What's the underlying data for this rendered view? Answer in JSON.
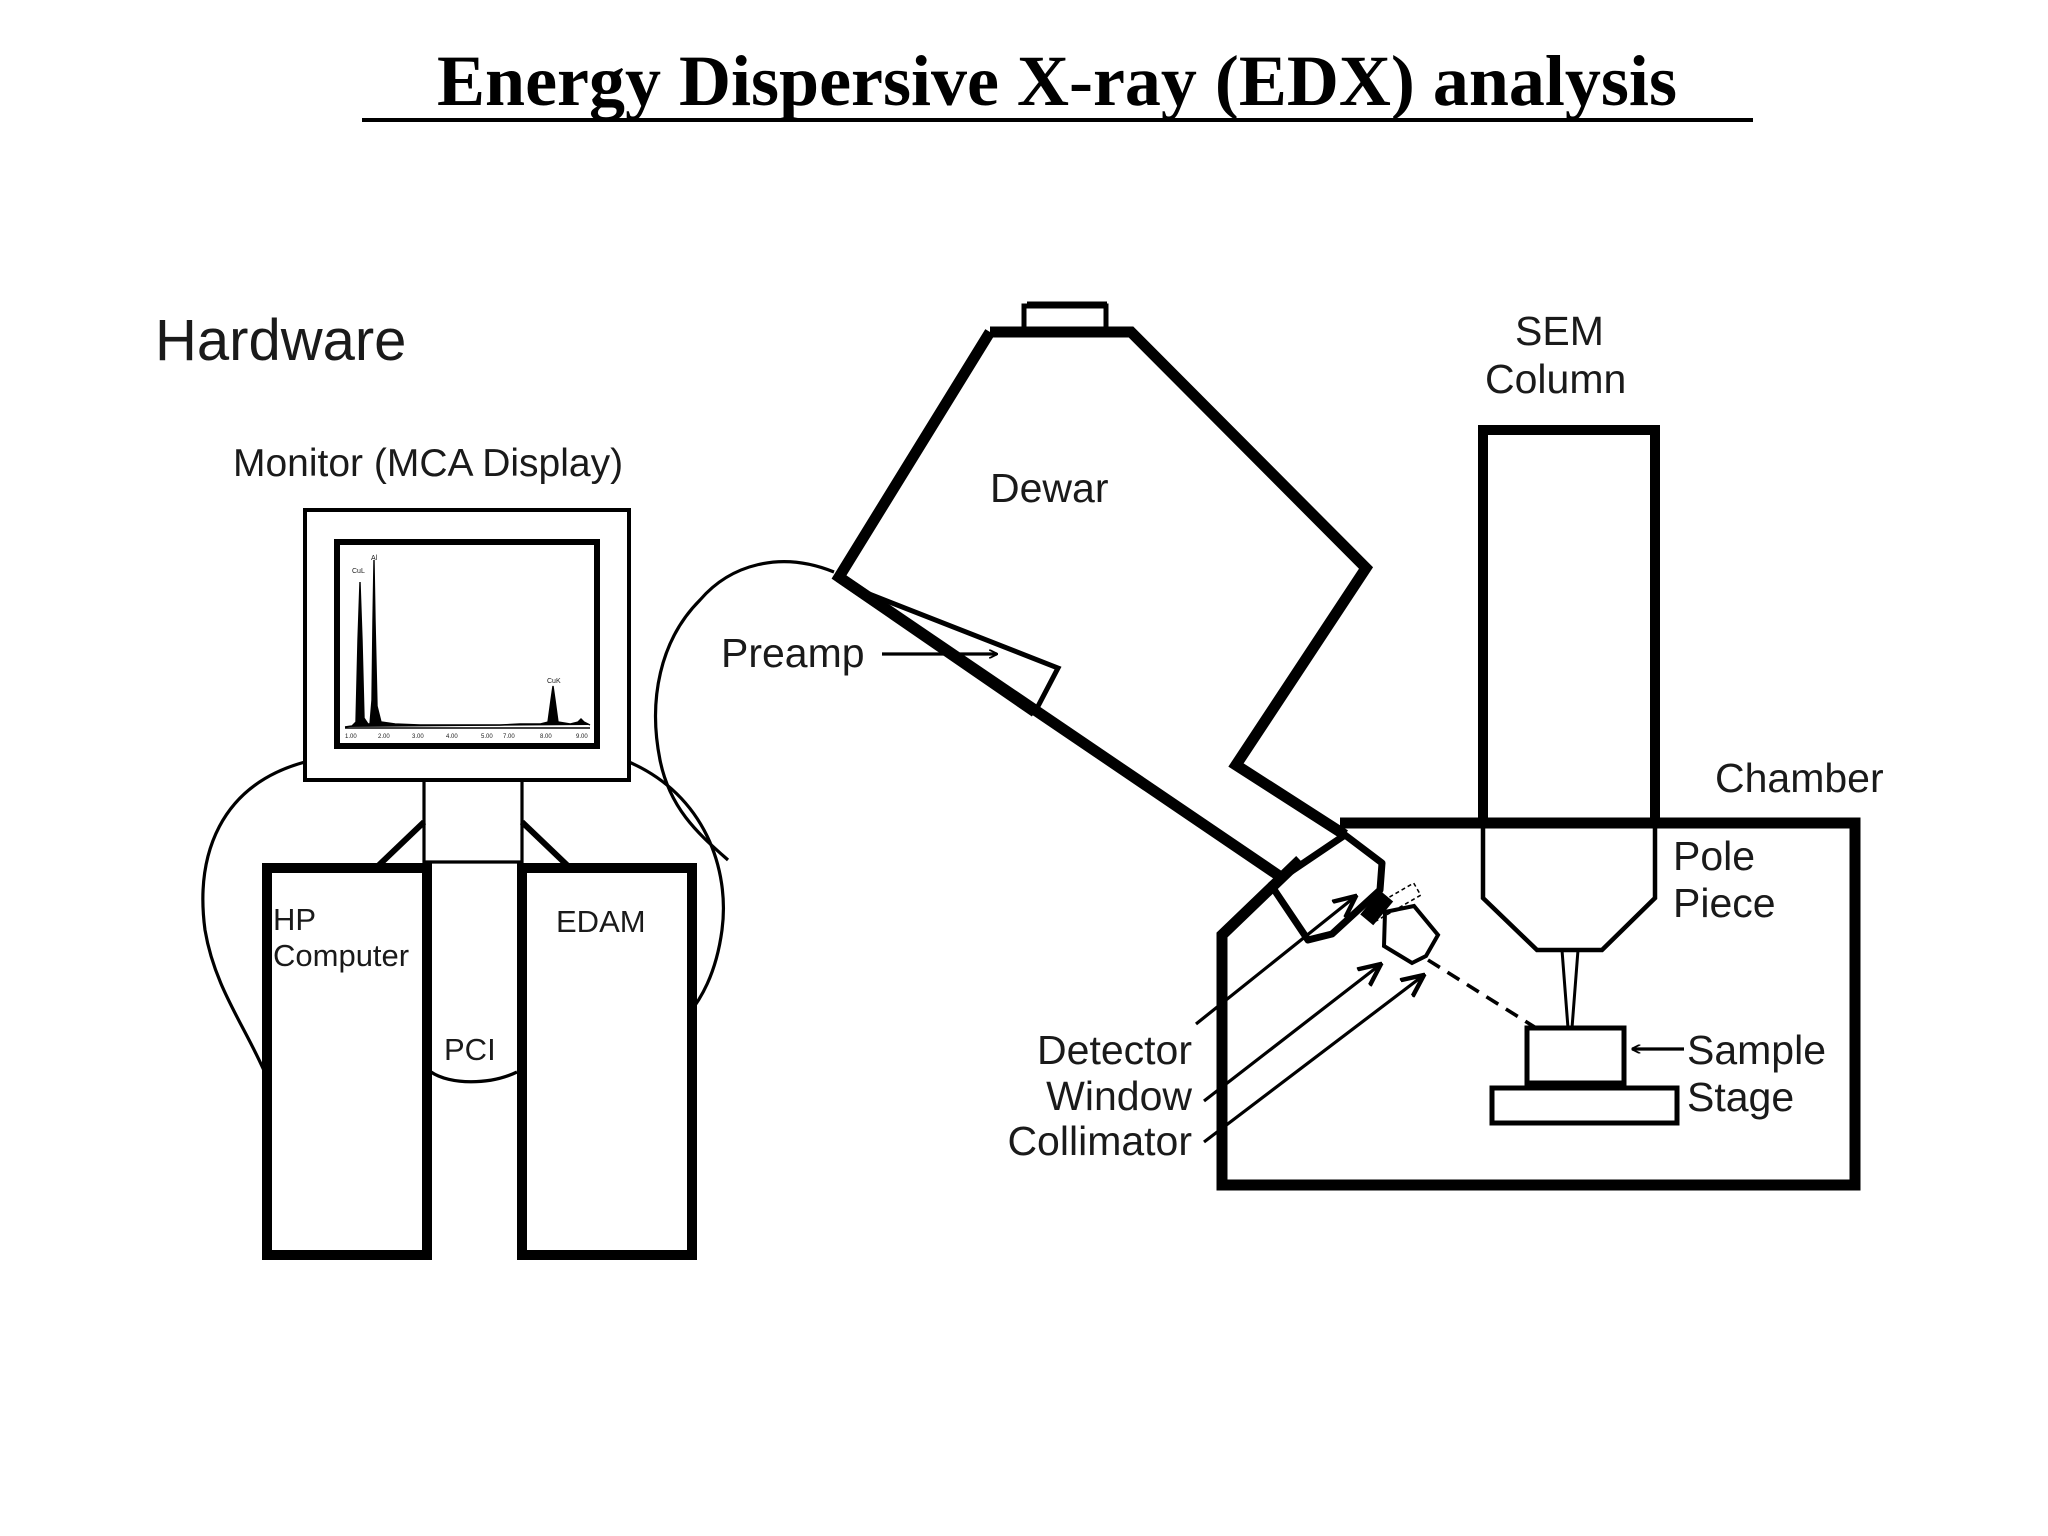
{
  "title": "Energy Dispersive X-ray (EDX) analysis",
  "labels": {
    "hardware": "Hardware",
    "monitor": "Monitor (MCA Display)",
    "hp_line1": "HP",
    "hp_line2": "Computer",
    "edam": "EDAM",
    "pci": "PCI",
    "preamp": "Preamp",
    "dewar": "Dewar",
    "sem_line1": "SEM",
    "sem_line2": "Column",
    "chamber": "Chamber",
    "pole_line1": "Pole",
    "pole_line2": "Piece",
    "detector": "Detector",
    "window": "Window",
    "collimator": "Collimator",
    "sample": "Sample",
    "stage": "Stage"
  },
  "spectrum": {
    "peak_labels": [
      "CuL",
      "Al",
      "CuK"
    ],
    "tick_labels": [
      "1.00",
      "2.00",
      "3.00",
      "4.00",
      "5.00",
      "7.00",
      "8.00",
      "9.00"
    ]
  },
  "colors": {
    "ink": "#000000",
    "background": "#ffffff"
  }
}
